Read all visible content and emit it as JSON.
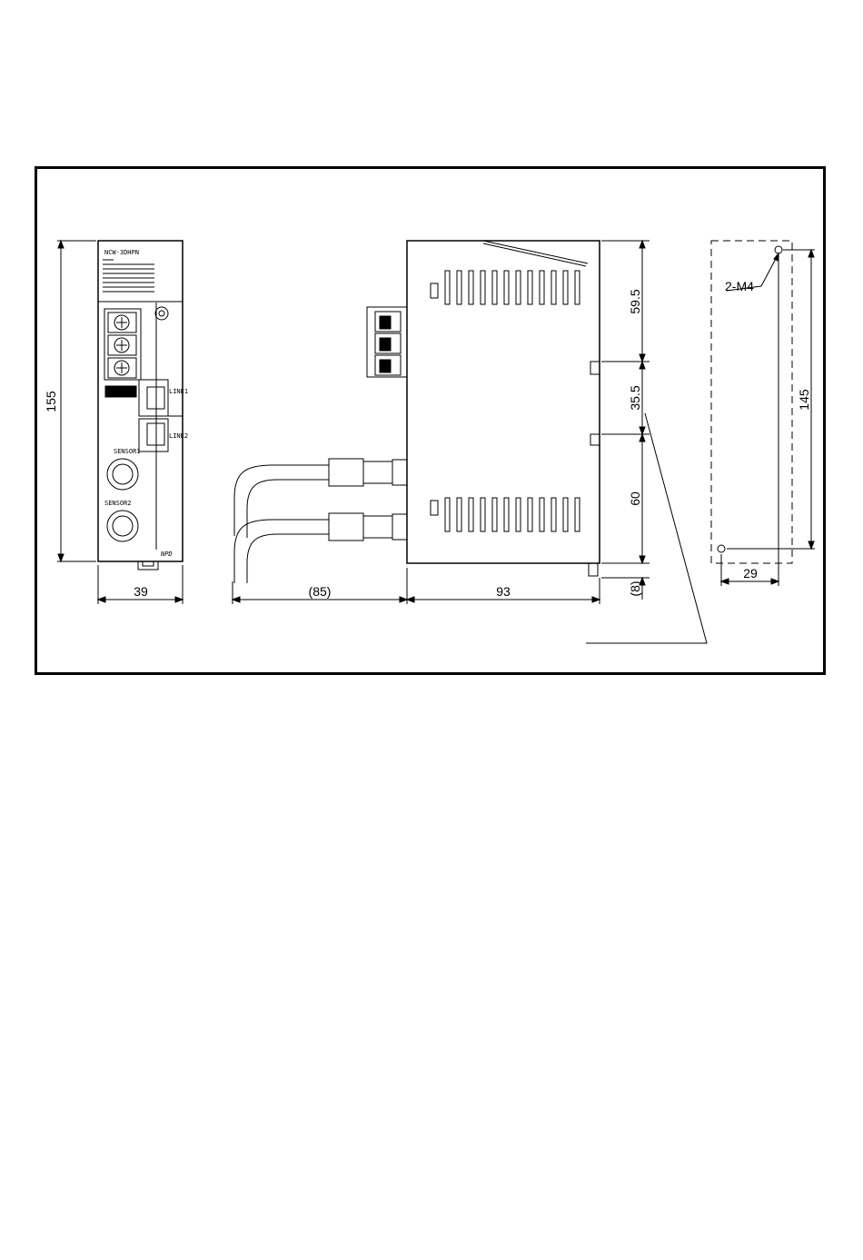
{
  "front_view": {
    "model_label": "NCW-3DHPN",
    "port_labels": [
      "LINE1",
      "LINE2"
    ],
    "sensor_labels": [
      "SENSOR1",
      "SENSOR2"
    ],
    "logo": "NPD",
    "dim_height": "155",
    "dim_width": "39"
  },
  "side_view": {
    "dim_top": "59.5",
    "dim_middle": "35.5",
    "dim_bottom": "60",
    "dim_foot": "(8)",
    "dim_cable": "(85)",
    "dim_depth": "93"
  },
  "mount_view": {
    "hole_label": "2-M4",
    "dim_height": "145",
    "dim_width": "29"
  },
  "colors": {
    "line": "#000000",
    "background": "#ffffff"
  }
}
